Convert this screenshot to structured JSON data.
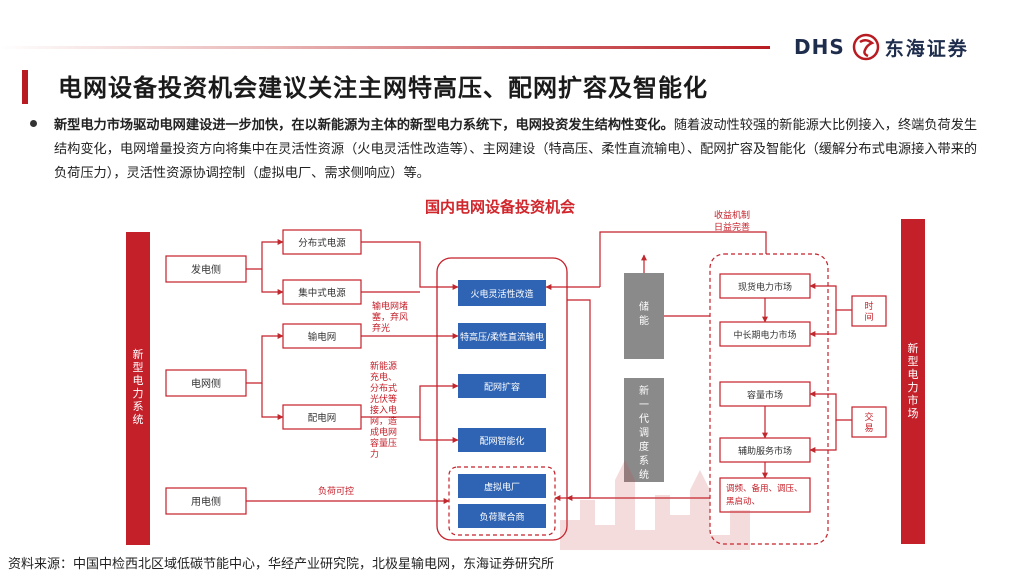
{
  "brand": {
    "en": "DHS",
    "cn": "东海证券"
  },
  "title": "电网设备投资机会建议关注主网特高压、配网扩容及智能化",
  "paragraph": {
    "lead": "新型电力市场驱动电网建设进一步加快，在以新能源为主体的新型电力系统下，电网投资发生结构性变化。",
    "body": "随着波动性较强的新能源大比例接入，终端负荷发生结构变化，电网增量投资方向将集中在灵活性资源（火电灵活性改造等）、主网建设（特高压、柔性直流输电）、配网扩容及智能化（缓解分布式电源接入带来的负荷压力），灵活性资源协调控制（虚拟电厂、需求侧响应）等。"
  },
  "diagram": {
    "title": "国内电网设备投资机会",
    "left_bar": "新型电力系统",
    "right_bar": "新型电力市场",
    "left_groups": {
      "gen": "发电侧",
      "grid": "电网侧",
      "user": "用电侧"
    },
    "mid_nodes": {
      "distributed": "分布式电源",
      "centralized": "集中式电源",
      "transmission": "输电网",
      "distribution": "配电网"
    },
    "center_nodes": {
      "thermal": "火电灵活性改造",
      "uhv": "特高压/柔性直流输电",
      "expand": "配网扩容",
      "smart": "配网智能化",
      "vpp": "虚拟电厂",
      "load": "负荷聚合商"
    },
    "annotations": {
      "curtail": "输电网堵塞，弃风弃光",
      "distributed_note": "新能源充电、分布式光伏等接入电网，造成电网容量压力",
      "load_ctrl": "负荷可控",
      "pricing": "收益机制日益完善"
    },
    "storage": "储能",
    "dispatch": "新一代调度系统",
    "market_nodes": {
      "spot": "现货电力市场",
      "midlong": "中长期电力市场",
      "capacity": "容量市场",
      "ancillary": "辅助服务市场",
      "services": "调频、备用、调压、黑启动、"
    },
    "pills": {
      "time": "时间",
      "trade": "交易"
    }
  },
  "source": "资料来源：中国中检西北区域低碳节能中心，华经产业研究院，北极星输电网，东海证券研究所",
  "colors": {
    "brand_red": "#b81c22",
    "blue": "#2f64b4",
    "gray": "#8a8a8a"
  }
}
